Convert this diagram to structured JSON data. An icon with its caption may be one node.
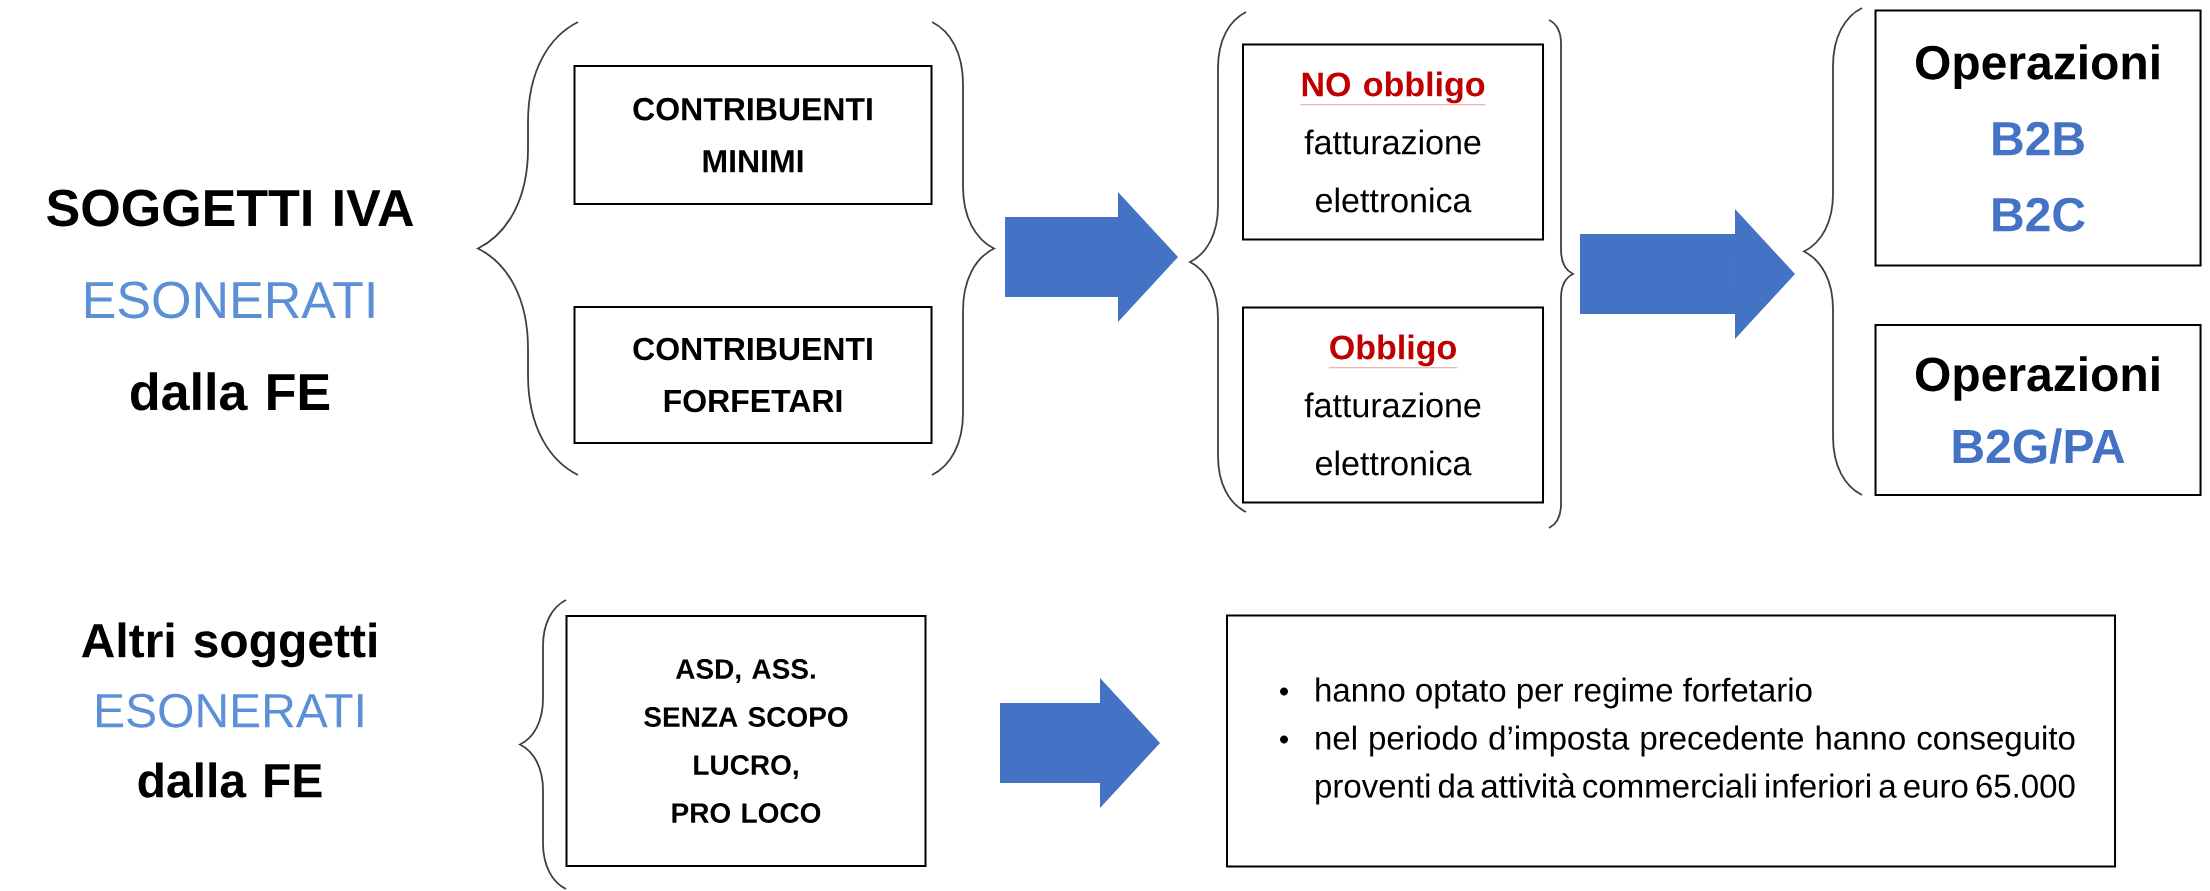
{
  "diagram": {
    "nodes": [
      {
        "text": [
          "SOGGETTI IVA",
          "ESONERATI",
          "dalla FE"
        ]
      },
      {
        "text": [
          "CONTRIBUENTI MINIMI"
        ]
      },
      {
        "text": [
          "CONTRIBUENTI FORFETARI"
        ]
      },
      {
        "text": [
          "NO obbligo",
          "fatturazione elettronica"
        ]
      },
      {
        "text": [
          "Obbligo",
          "fatturazione elettronica"
        ]
      },
      {
        "text": [
          "Operazioni",
          "B2B",
          "B2C"
        ]
      },
      {
        "text": [
          "Operazioni",
          "B2G/PA"
        ]
      },
      {
        "text": [
          "Altri soggetti",
          "ESONERATI",
          "dalla FE"
        ]
      },
      {
        "text": [
          "ASD, ASS. SENZA SCOPO LUCRO, PRO LOCO"
        ]
      },
      {
        "text": [
          "hanno optato per regime forfetario",
          "nel periodo d’imposta precedente hanno conseguito proventi da attività commerciali inferiori a euro 65.000"
        ]
      }
    ],
    "edges": [
      {
        "from": 1,
        "to": 3,
        "arrow": "to"
      },
      {
        "from": 1,
        "to": 4,
        "arrow": "to"
      },
      {
        "from": 2,
        "to": 3,
        "arrow": "to"
      },
      {
        "from": 2,
        "to": 4,
        "arrow": "to"
      },
      {
        "from": 3,
        "to": 5,
        "arrow": "to"
      },
      {
        "from": 3,
        "to": 6,
        "arrow": "to"
      },
      {
        "from": 4,
        "to": 5,
        "arrow": "to"
      },
      {
        "from": 4,
        "to": 6,
        "arrow": "to"
      },
      {
        "from": 8,
        "to": 9,
        "arrow": "to"
      }
    ]
  }
}
